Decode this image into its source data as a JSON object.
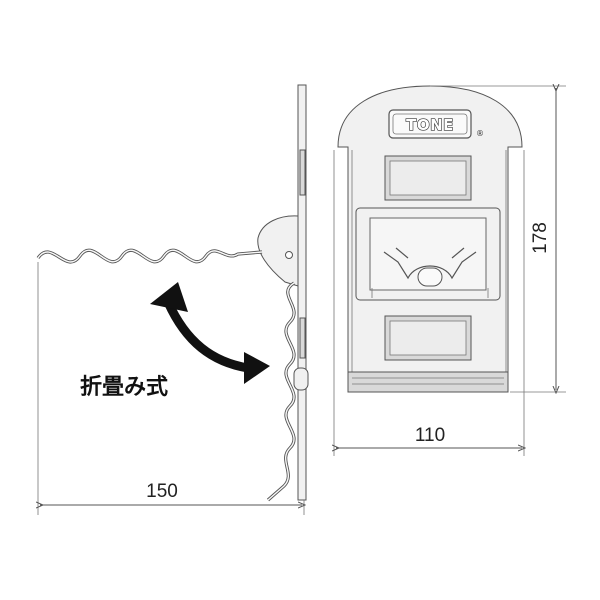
{
  "diagram": {
    "brand_logo": "TONE",
    "brand_mark": "®",
    "feature_label": "折畳み式",
    "dimensions": {
      "width_side": "150",
      "width_front": "110",
      "height_front": "178"
    }
  }
}
